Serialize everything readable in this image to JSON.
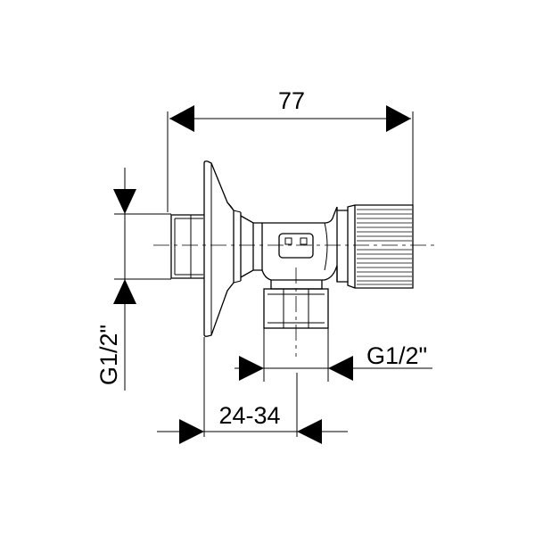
{
  "dimensions": {
    "overall_length": "77",
    "inlet_thread": "G1/2\"",
    "outlet_thread": "G1/2\"",
    "wall_distance": "24-34"
  }
}
